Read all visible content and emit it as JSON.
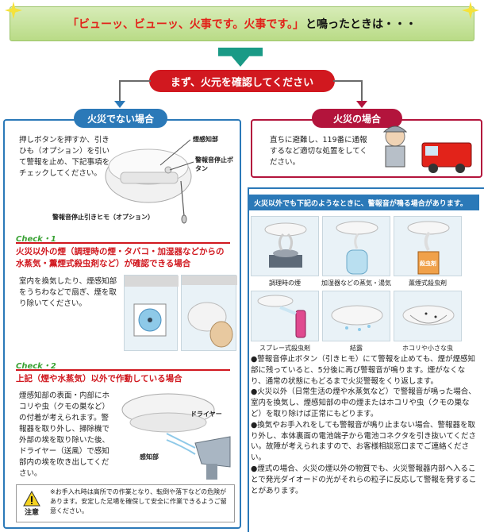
{
  "banner": {
    "quote": "「ビューッ、ビューッ、火事です。火事です。」",
    "suffix": "と鳴ったときは・・・"
  },
  "first_step": "まず、火元を確認してください",
  "no_fire": {
    "heading": "火災でない場合",
    "intro": "押しボタンを押すか、引きひも（オプション）を引いて警報を止め、下記事項をチェックしてください。",
    "labels": {
      "detector": "煙感知部",
      "stop_button": "警報音停止ボタン",
      "pull_string": "警報音停止引きヒモ（オプション）"
    },
    "check1": {
      "label": "Check・1",
      "title": "火災以外の煙（調理時の煙・タバコ・加湿器などからの水蒸気・薫煙式殺虫剤など）が確認できる場合",
      "body": "室内を換気したり、煙感知部をうちわなどで扇ぎ、煙を取り除いてください。"
    },
    "check2": {
      "label": "Check・2",
      "title": "上記（煙や水蒸気）以外で作動している場合",
      "body": "煙感知部の表面・内部にホコリや虫（クモの巣など）の付着が考えられます。警報器を取り外し、掃除機で外部の埃を取り除いた後、ドライヤー（送風）で感知部内の埃を吹き出してください。",
      "dryer": "ドライヤー",
      "sensor": "感知部"
    },
    "caution": {
      "label": "注意",
      "text": "※お手入れ時は高所での作業となり、転倒や落下などの危険があります。安定した足場を確保して安全に作業できるようご留意ください。"
    }
  },
  "fire": {
    "heading": "火災の場合",
    "body": "直ちに避難し、119番に通報するなど適切な処置をしてください。"
  },
  "other": {
    "strip": "火災以外でも下記のようなときに、警報音が鳴る場合があります。",
    "items": [
      "調理時の煙",
      "加湿器などの蒸気・湯気",
      "薫煙式殺虫剤",
      "スプレー式殺虫剤",
      "結露",
      "ホコリや小さな虫"
    ],
    "can_label": "殺虫剤",
    "bullets": [
      "●警報音停止ボタン（引きヒモ）にて警報を止めても、煙が煙感知部に残っていると、5分後に再び警報音が鳴ります。煙がなくなり、通常の状態にもどるまで火災警報をくり返します。",
      "●火災以外（日常生活の煙や水蒸気など）で警報音が鳴った場合、室内を換気し、煙感知部の中の煙またはホコリや虫（クモの巣など）を取り除けば正常にもどります。",
      "●換気やお手入れをしても警報音が鳴り止まない場合、警報器を取り外し、本体裏面の電池端子から電池コネクタを引き抜いてください。故障が考えられますので、お客様相談窓口までご連絡ください。",
      "●煙式の場合、火災の煙以外の物質でも、火災警報器内部へ入ることで発光ダイオードの光がそれらの粒子に反応して警報を発することがあります。"
    ]
  },
  "colors": {
    "accent_red": "#d1181f",
    "blue": "#2b79b8",
    "green": "#3aa235",
    "teal": "#1a9a86",
    "fire_red": "#b3143c"
  }
}
